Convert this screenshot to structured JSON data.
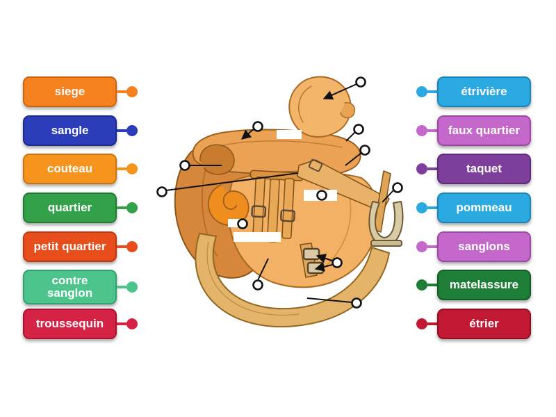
{
  "left_labels": [
    {
      "label": "siege",
      "color": "#f5821f",
      "border": "#c8650d"
    },
    {
      "label": "sangle",
      "color": "#2b3db8",
      "border": "#1c2a8e"
    },
    {
      "label": "couteau",
      "color": "#f7941e",
      "border": "#cc7410"
    },
    {
      "label": "quartier",
      "color": "#33a04a",
      "border": "#237a35"
    },
    {
      "label": "petit quartier",
      "color": "#e84e1b",
      "border": "#bb3a10"
    },
    {
      "label": "contre\nsanglon",
      "color": "#4ec48d",
      "border": "#33a06f"
    },
    {
      "label": "troussequin",
      "color": "#d52345",
      "border": "#a81432"
    }
  ],
  "right_labels": [
    {
      "label": "étrivière",
      "color": "#2baae2",
      "border": "#1d85b5"
    },
    {
      "label": "faux quartier",
      "color": "#c468cb",
      "border": "#9c48a2"
    },
    {
      "label": "taquet",
      "color": "#7d3f9b",
      "border": "#5e2b78"
    },
    {
      "label": "pommeau",
      "color": "#2baae2",
      "border": "#1d85b5"
    },
    {
      "label": "sanglons",
      "color": "#c468cb",
      "border": "#9c48a2"
    },
    {
      "label": "matelassure",
      "color": "#1e7d36",
      "border": "#145c27"
    },
    {
      "label": "étrier",
      "color": "#c11834",
      "border": "#8f0f24"
    }
  ]
}
